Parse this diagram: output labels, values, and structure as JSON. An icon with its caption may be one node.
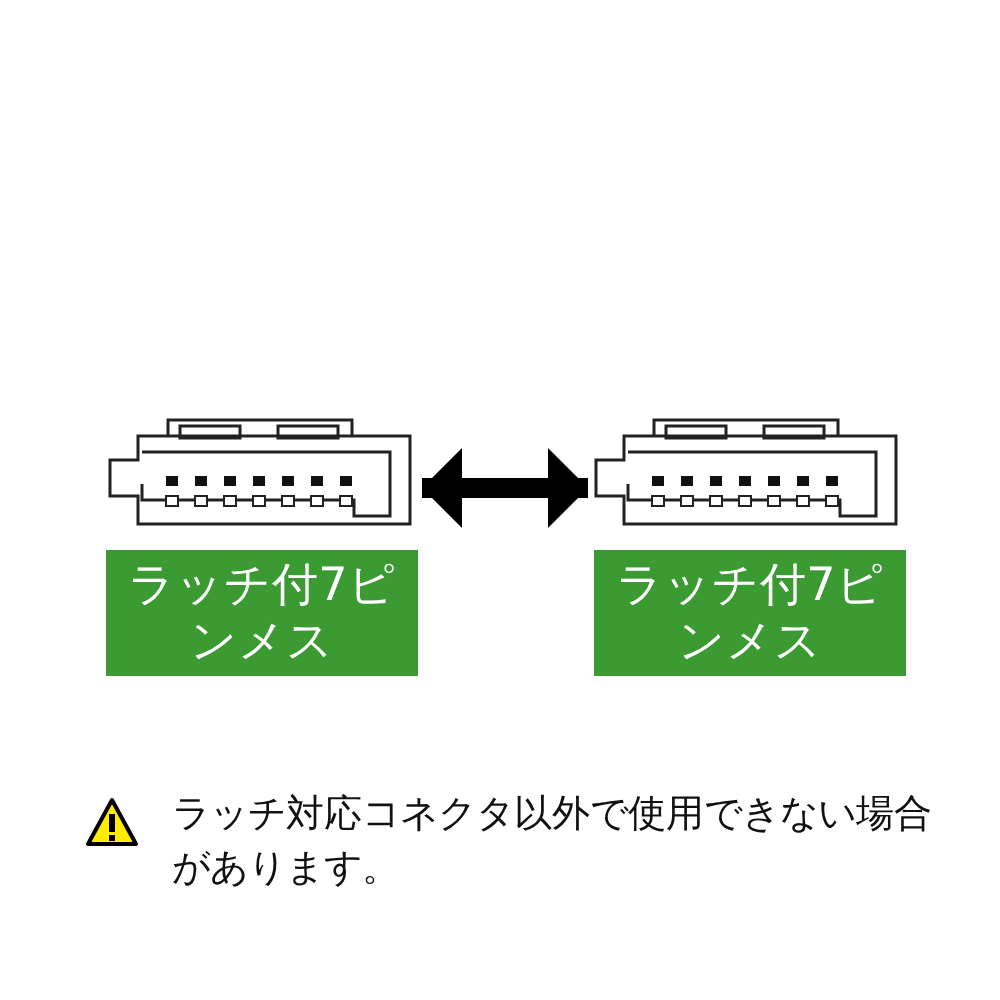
{
  "diagram": {
    "nodes": [
      {
        "text": [],
        "shape": "picture"
      },
      {
        "text": [
          "ラッチ付7ピンメス"
        ]
      },
      {
        "text": [],
        "shape": "picture"
      },
      {
        "text": [
          "ラッチ付7ピンメス"
        ]
      }
    ],
    "edges": [
      {
        "from": 0,
        "to": 2,
        "arrow": "both"
      }
    ],
    "labels": [
      "ラッチ対応コネクタ以外で使用できない場合があります。"
    ]
  }
}
